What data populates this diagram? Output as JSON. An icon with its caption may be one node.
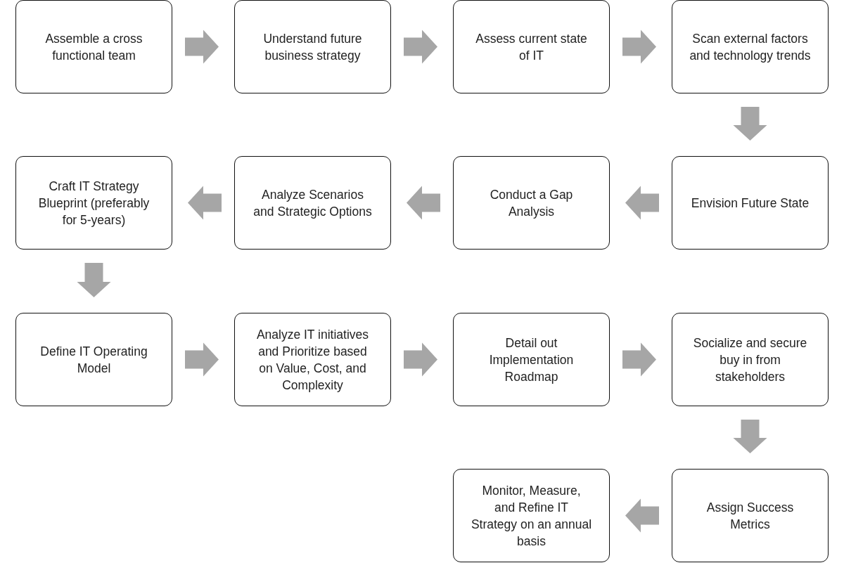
{
  "diagram": {
    "nodes": [
      {
        "text": [
          "Assemble a cross functional team"
        ]
      },
      {
        "text": [
          "Understand future business strategy"
        ]
      },
      {
        "text": [
          "Assess current state of IT"
        ]
      },
      {
        "text": [
          "Scan external factors and technology trends"
        ]
      },
      {
        "text": [
          "Craft IT Strategy Blueprint (preferably for 5-years)"
        ]
      },
      {
        "text": [
          "Analyze Scenarios and Strategic Options"
        ]
      },
      {
        "text": [
          "Conduct a Gap Analysis"
        ]
      },
      {
        "text": [
          "Envision Future State"
        ]
      },
      {
        "text": [
          "Define IT Operating Model"
        ]
      },
      {
        "text": [
          "Analyze IT initiatives and Prioritize based on Value, Cost, and Complexity"
        ]
      },
      {
        "text": [
          "Detail out Implementation Roadmap"
        ]
      },
      {
        "text": [
          "Socialize and secure buy in from stakeholders"
        ]
      },
      {
        "text": [
          "Monitor, Measure, and Refine IT Strategy on an annual basis"
        ]
      },
      {
        "text": [
          "Assign Success Metrics"
        ]
      }
    ],
    "edges": [
      {
        "from": 0,
        "to": 1,
        "arrow": "to"
      },
      {
        "from": 1,
        "to": 2,
        "arrow": "to"
      },
      {
        "from": 2,
        "to": 3,
        "arrow": "to"
      },
      {
        "from": 3,
        "to": 7,
        "arrow": "to"
      },
      {
        "from": 7,
        "to": 6,
        "arrow": "to"
      },
      {
        "from": 6,
        "to": 5,
        "arrow": "to"
      },
      {
        "from": 5,
        "to": 4,
        "arrow": "to"
      },
      {
        "from": 4,
        "to": 8,
        "arrow": "to"
      },
      {
        "from": 8,
        "to": 9,
        "arrow": "to"
      },
      {
        "from": 9,
        "to": 10,
        "arrow": "to"
      },
      {
        "from": 10,
        "to": 11,
        "arrow": "to"
      },
      {
        "from": 11,
        "to": 13,
        "arrow": "to"
      },
      {
        "from": 13,
        "to": 12,
        "arrow": "to"
      }
    ]
  }
}
